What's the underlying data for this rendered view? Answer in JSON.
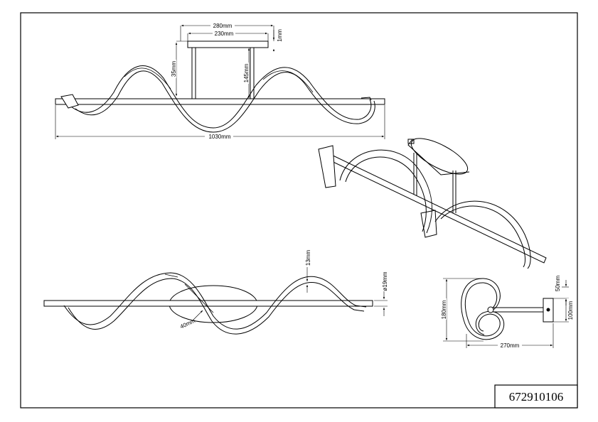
{
  "drawing": {
    "article_number": "672910106",
    "side_view": {
      "canopy_outer": "280mm",
      "canopy_inner": "230mm",
      "canopy_thickness": "1mm",
      "stem_offset": "35mm",
      "drop_height": "145mm",
      "total_length": "1030mm"
    },
    "top_view": {
      "ribbon_width": "13mm",
      "bar_diameter": "ø19mm",
      "ribbon_angle": "40mm"
    },
    "end_view": {
      "height": "180mm",
      "depth": "270mm",
      "canopy_step": "50mm",
      "canopy_height": "100mm"
    }
  }
}
